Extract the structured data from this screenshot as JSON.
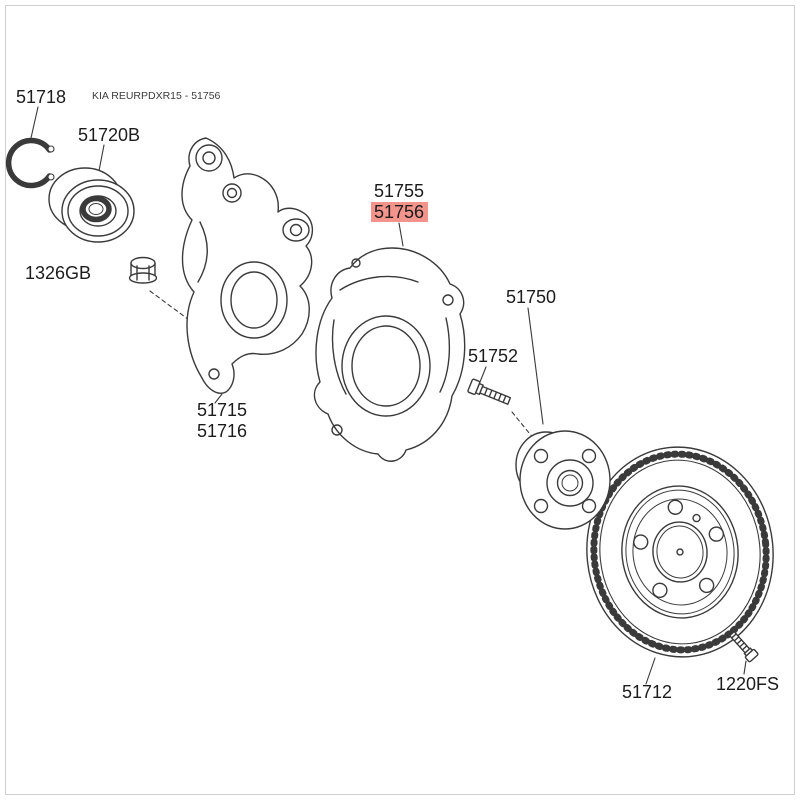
{
  "page": {
    "catalog_reference": "KIA REURPDXR15 - 51756"
  },
  "colors": {
    "line": "#3a3a3a",
    "label_text": "#1c1c1c",
    "highlight_bg": "#f2938c",
    "highlight_text": "#c40000",
    "frame_border": "#cfcfcf"
  },
  "parts": {
    "snap_ring": {
      "label": "51718"
    },
    "bearing": {
      "label": "51720B"
    },
    "lock_nut": {
      "label": "1326GB"
    },
    "knuckle": {
      "label_a": "51715",
      "label_b": "51716"
    },
    "dust_shield": {
      "label_a": "51755",
      "label_b": "51756"
    },
    "hub": {
      "label": "51750"
    },
    "hub_bolt": {
      "label": "51752"
    },
    "brake_disc": {
      "label": "51712"
    },
    "disc_screw": {
      "label": "1220FS"
    }
  }
}
